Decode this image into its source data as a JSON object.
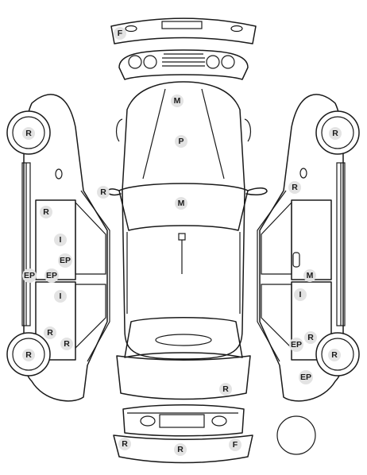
{
  "marks": {
    "front_bumper_f": "F",
    "hood_upper_m": "M",
    "hood_p": "P",
    "windshield_m": "M",
    "mirror_left_r": "R",
    "mirror_right_r": "R",
    "left_front_wheel_r": "R",
    "left_fender_r": "R",
    "left_front_door_i": "I",
    "left_front_door_ep": "EP",
    "left_sill_ep_outer": "EP",
    "left_sill_ep_inner": "EP",
    "left_rear_door_i": "I",
    "left_quarter_r": "R",
    "left_rear_arch_r": "R",
    "left_rear_wheel_r": "R",
    "right_front_wheel_r": "R",
    "right_door_m": "M",
    "right_door_i": "I",
    "right_rear_ep": "EP",
    "right_rear_r": "R",
    "right_rear_wheel_r": "R",
    "right_quarter_ep": "EP",
    "trunk_r": "R",
    "rear_bumper_left_r": "R",
    "rear_bumper_center_r": "R",
    "rear_bumper_right_f": "F"
  }
}
